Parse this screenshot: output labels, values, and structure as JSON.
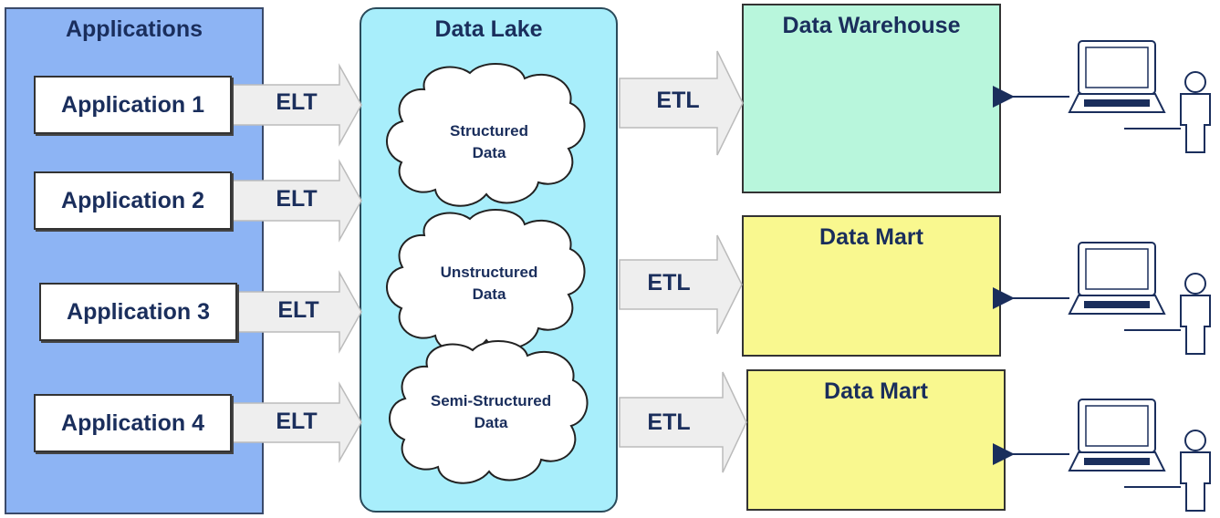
{
  "panels": {
    "applications": "Applications",
    "data_lake": "Data Lake",
    "data_warehouse": "Data Warehouse",
    "data_mart_1": "Data Mart",
    "data_mart_2": "Data Mart"
  },
  "applications": [
    "Application 1",
    "Application 2",
    "Application 3",
    "Application 4"
  ],
  "elt_labels": [
    "ELT",
    "ELT",
    "ELT",
    "ELT"
  ],
  "etl_labels": [
    "ETL",
    "ETL",
    "ETL"
  ],
  "clouds": [
    {
      "line1": "Structured",
      "line2": "Data"
    },
    {
      "line1": "Unstructured",
      "line2": "Data"
    },
    {
      "line1": "Semi-Structured",
      "line2": "Data"
    }
  ],
  "icons": [
    "computer-user-icon",
    "computer-user-icon",
    "computer-user-icon"
  ],
  "colors": {
    "applications_bg": "#8db4f4",
    "data_lake_bg": "#a8eefb",
    "data_warehouse_bg": "#b8f6dc",
    "data_mart_bg": "#f9f88f",
    "text": "#1a2e5c",
    "arrow_fill": "#eeeeee"
  }
}
